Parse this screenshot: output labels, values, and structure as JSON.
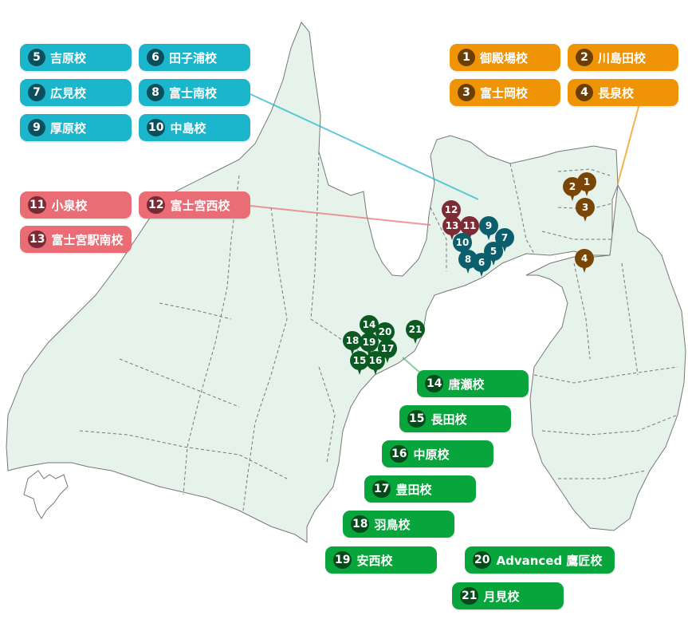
{
  "colors": {
    "orange": "#ef9407",
    "blue": "#1bb5cc",
    "red": "#ea6c74",
    "green": "#08a53d",
    "land": "#e6f3ea",
    "border": "#666666"
  },
  "groups": {
    "orange": {
      "schools": [
        {
          "num": "1",
          "name": "御殿場校"
        },
        {
          "num": "2",
          "name": "川島田校"
        },
        {
          "num": "3",
          "name": "富士岡校"
        },
        {
          "num": "4",
          "name": "長泉校"
        }
      ]
    },
    "blue": {
      "schools": [
        {
          "num": "5",
          "name": "吉原校"
        },
        {
          "num": "6",
          "name": "田子浦校"
        },
        {
          "num": "7",
          "name": "広見校"
        },
        {
          "num": "8",
          "name": "富士南校"
        },
        {
          "num": "9",
          "name": "厚原校"
        },
        {
          "num": "10",
          "name": "中島校"
        }
      ]
    },
    "red": {
      "schools": [
        {
          "num": "11",
          "name": "小泉校"
        },
        {
          "num": "12",
          "name": "富士宮西校"
        },
        {
          "num": "13",
          "name": "富士宮駅南校"
        }
      ]
    },
    "green": {
      "schools": [
        {
          "num": "14",
          "name": "唐瀬校"
        },
        {
          "num": "15",
          "name": "長田校"
        },
        {
          "num": "16",
          "name": "中原校"
        },
        {
          "num": "17",
          "name": "豊田校"
        },
        {
          "num": "18",
          "name": "羽鳥校"
        },
        {
          "num": "19",
          "name": "安西校"
        },
        {
          "num": "20",
          "name": "Advanced 鷹匠校"
        },
        {
          "num": "21",
          "name": "月見校"
        }
      ]
    }
  },
  "pins": {
    "p1": "1",
    "p2": "2",
    "p3": "3",
    "p4": "4",
    "p5": "5",
    "p6": "6",
    "p7": "7",
    "p8": "8",
    "p9": "9",
    "p10": "10",
    "p11": "11",
    "p12": "12",
    "p13": "13",
    "p14": "14",
    "p15": "15",
    "p16": "16",
    "p17": "17",
    "p18": "18",
    "p19": "19",
    "p20": "20",
    "p21": "21"
  }
}
